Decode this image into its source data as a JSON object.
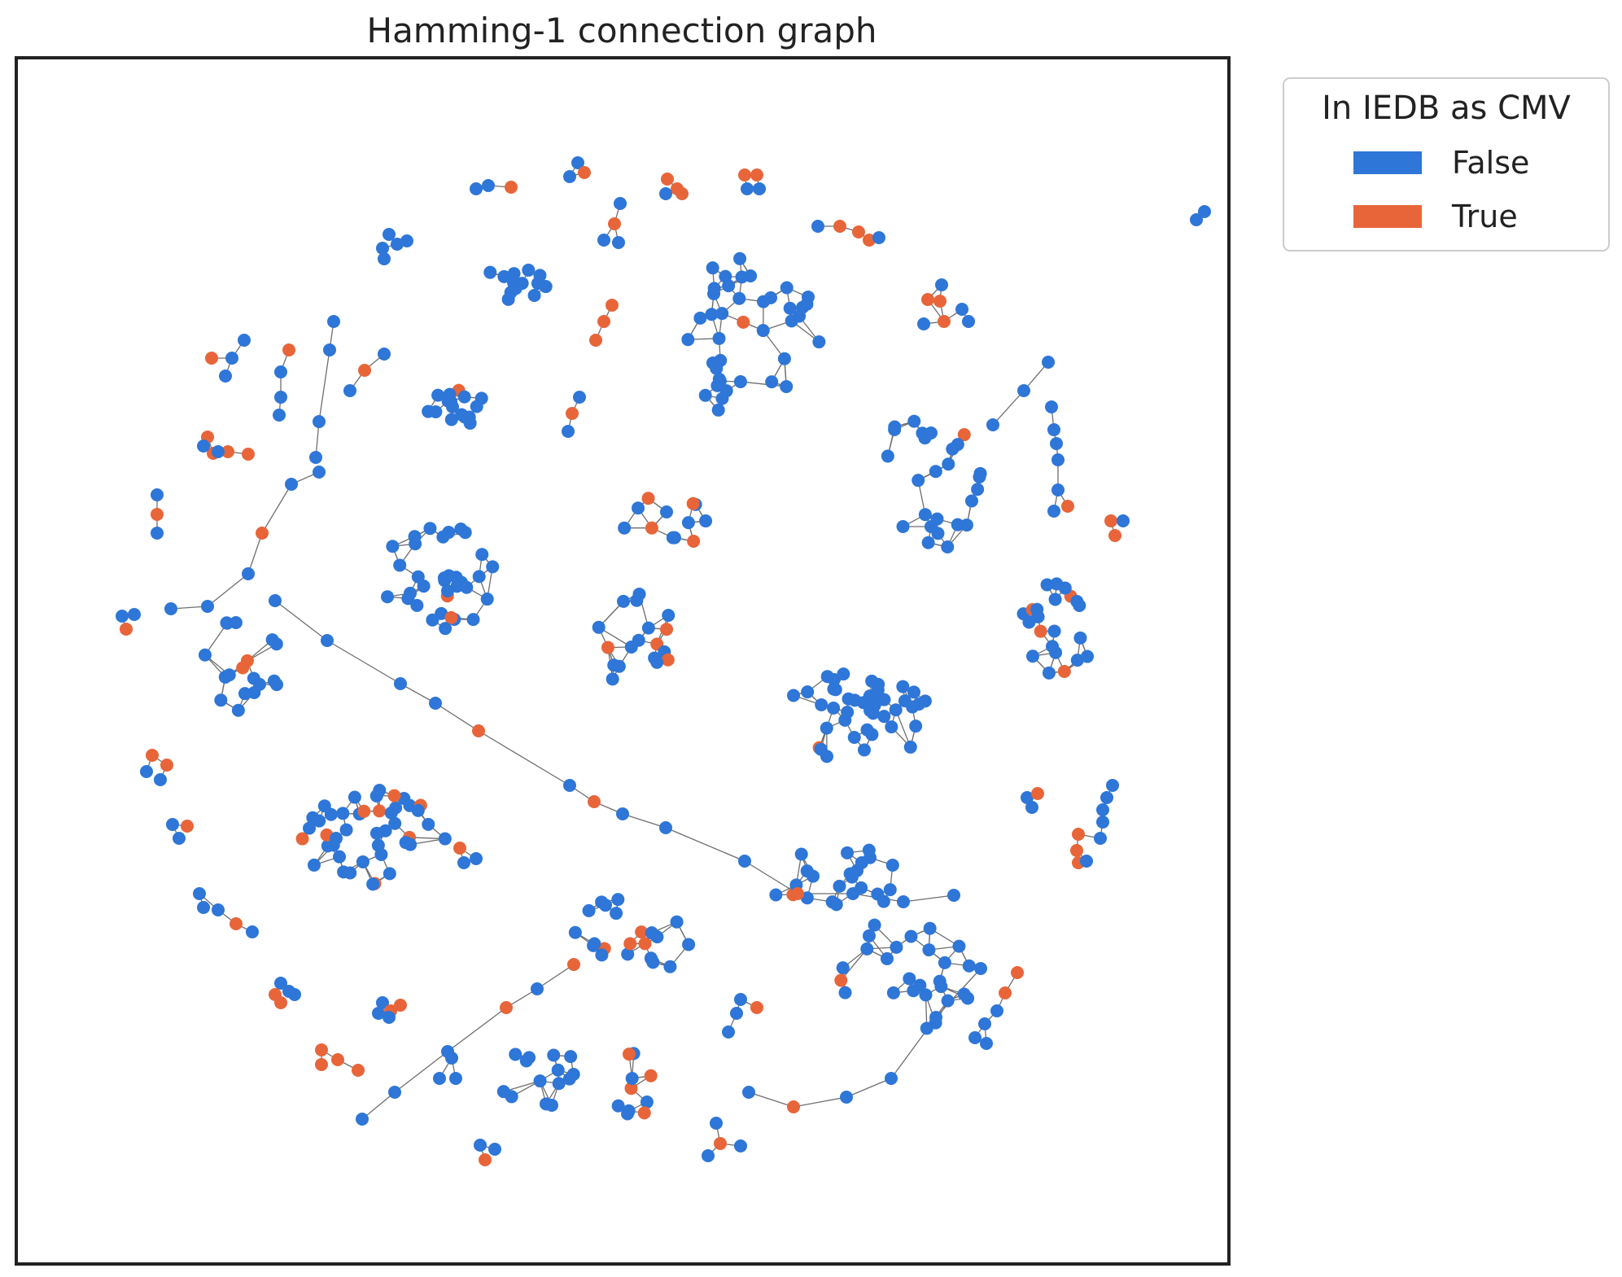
{
  "title": "Hamming-1 connection graph",
  "legend": {
    "title": "In IEDB as CMV",
    "items": [
      {
        "label": "False",
        "color": "#2e76d7"
      },
      {
        "label": "True",
        "color": "#e8653a"
      }
    ]
  },
  "colors": {
    "edge": "#6e6e6e",
    "frame": "#222222"
  },
  "chart_data": {
    "type": "network",
    "title": "Hamming-1 connection graph",
    "legend_title": "In IEDB as CMV",
    "legend_placement": "outside-top-right",
    "categories": [
      "False",
      "True"
    ]
  }
}
